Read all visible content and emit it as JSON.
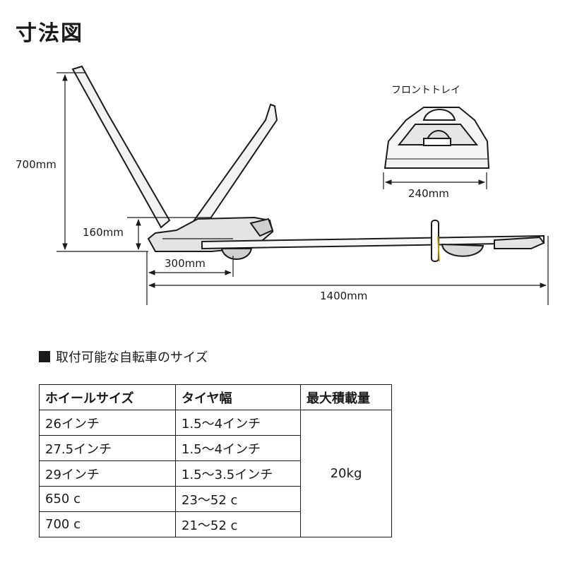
{
  "title": "寸法図",
  "diagram": {
    "height_700": "700mm",
    "height_160": "160mm",
    "length_300": "300mm",
    "length_1400": "1400mm",
    "front_tray_label": "フロントトレイ",
    "tray_width": "240mm"
  },
  "section": {
    "heading": "取付可能な自転車のサイズ",
    "icon": "black-square-icon"
  },
  "table": {
    "headers": [
      "ホイールサイズ",
      "タイヤ幅",
      "最大積載量"
    ],
    "rows": [
      {
        "wheel": "26インチ",
        "tire": "1.5〜4インチ"
      },
      {
        "wheel": "27.5インチ",
        "tire": "1.5〜4インチ"
      },
      {
        "wheel": "29インチ",
        "tire": "1.5〜3.5インチ"
      },
      {
        "wheel": "650 c",
        "tire": "23〜52 c"
      },
      {
        "wheel": "700 c",
        "tire": "21〜52 c"
      }
    ],
    "max_load": "20kg"
  }
}
